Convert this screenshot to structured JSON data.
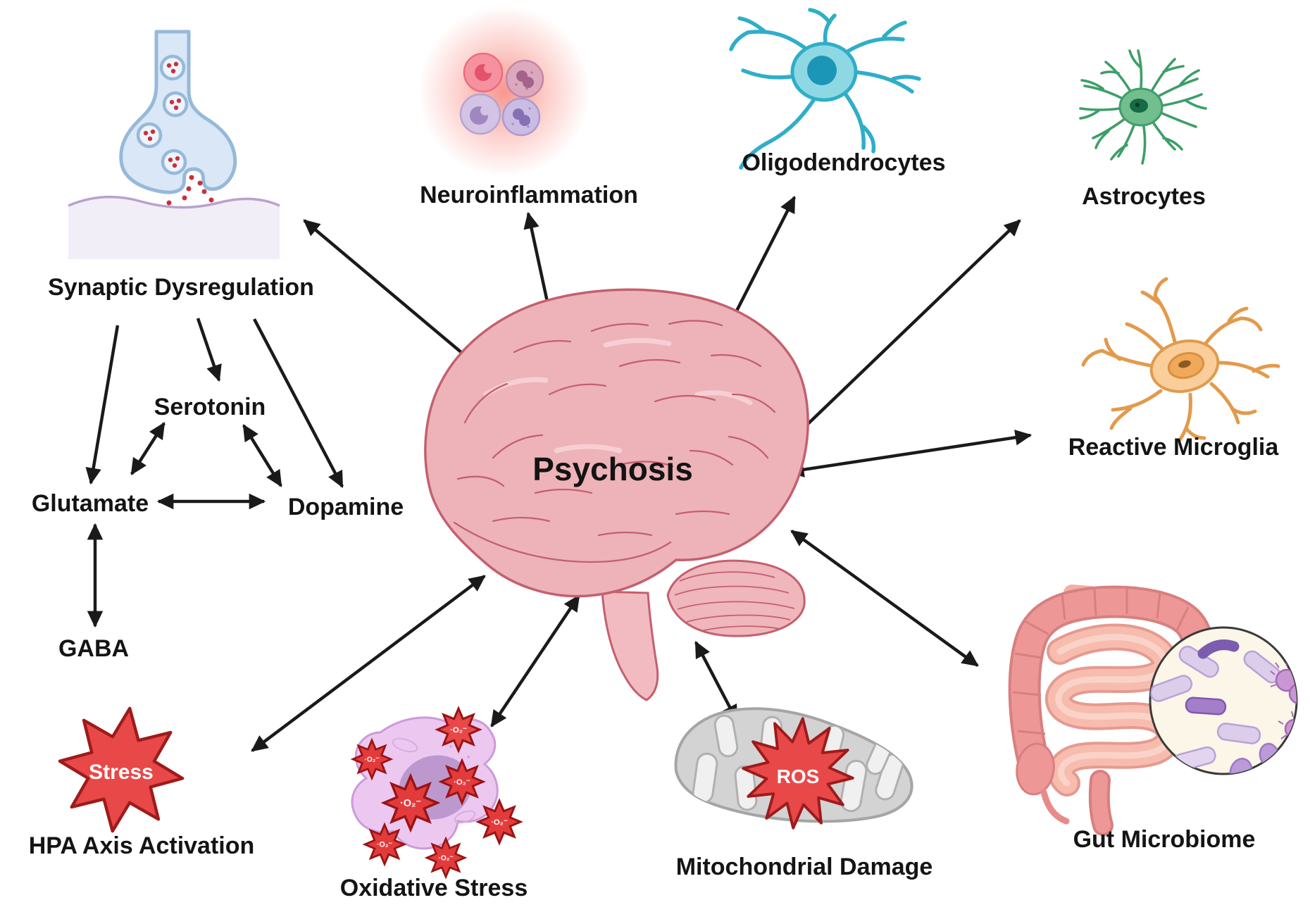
{
  "figure": {
    "center_label": "Psychosis",
    "factors": {
      "synaptic": "Synaptic Dysregulation",
      "neuroinflammation": "Neuroinflammation",
      "oligodendrocytes": "Oligodendrocytes",
      "astrocytes": "Astrocytes",
      "microglia": "Reactive Microglia",
      "gut": "Gut Microbiome",
      "mitochondrial": "Mitochondrial Damage",
      "oxidative": "Oxidative Stress",
      "hpa": "HPA Axis Activation"
    },
    "neurotransmitters": {
      "serotonin": "Serotonin",
      "glutamate": "Glutamate",
      "dopamine": "Dopamine",
      "gaba": "GABA"
    },
    "badges": {
      "stress": "Stress",
      "ros": "ROS",
      "superoxide": "·O₂⁻"
    },
    "edges": [
      {
        "from": "Psychosis",
        "to": "Synaptic Dysregulation",
        "bidirectional": true
      },
      {
        "from": "Psychosis",
        "to": "Neuroinflammation",
        "bidirectional": true
      },
      {
        "from": "Psychosis",
        "to": "Oligodendrocytes",
        "bidirectional": true
      },
      {
        "from": "Psychosis",
        "to": "Astrocytes",
        "bidirectional": true
      },
      {
        "from": "Psychosis",
        "to": "Reactive Microglia",
        "bidirectional": true
      },
      {
        "from": "Psychosis",
        "to": "Gut Microbiome",
        "bidirectional": true
      },
      {
        "from": "Psychosis",
        "to": "Mitochondrial Damage",
        "bidirectional": true
      },
      {
        "from": "Psychosis",
        "to": "Oxidative Stress",
        "bidirectional": true
      },
      {
        "from": "Psychosis",
        "to": "HPA Axis Activation",
        "bidirectional": true
      },
      {
        "from": "Synaptic Dysregulation",
        "to": "Glutamate",
        "bidirectional": false
      },
      {
        "from": "Synaptic Dysregulation",
        "to": "Serotonin",
        "bidirectional": false
      },
      {
        "from": "Synaptic Dysregulation",
        "to": "Dopamine",
        "bidirectional": false
      },
      {
        "from": "Serotonin",
        "to": "Glutamate",
        "bidirectional": true
      },
      {
        "from": "Serotonin",
        "to": "Dopamine",
        "bidirectional": true
      },
      {
        "from": "Glutamate",
        "to": "Dopamine",
        "bidirectional": true
      },
      {
        "from": "Glutamate",
        "to": "GABA",
        "bidirectional": true
      }
    ]
  },
  "colors": {
    "arrow": "#1A1A1A",
    "text": "#141414",
    "brain_fill": "#EDB3B9",
    "brain_line": "#C4606E",
    "synapse_fill": "#D9E7F6",
    "synapse_line": "#96B9DA",
    "membrane_fill": "#F2EEF8",
    "membrane_line": "#B8A2CD",
    "neurotransmitter_dot": "#C9303C",
    "inflammation_glow": "#F4574A",
    "oligodendrocyte": "#2FAEC8",
    "astrocyte": "#3E9E68",
    "microglia_fill": "#F9CE9B",
    "microglia_line": "#E29A4C",
    "alert_red": "#E84848",
    "alert_red_dark": "#9E1B1B",
    "oxidative_cell": "#ECC8F1",
    "oxidative_nucleus": "#BC98CF",
    "mitochondria_fill": "#D3D3D3",
    "mitochondria_line": "#A5A5A5",
    "gut_colon": "#EE9797",
    "gut_small_intestine": "#F7BCAE",
    "bacteria_purple": "#B99BD6"
  }
}
